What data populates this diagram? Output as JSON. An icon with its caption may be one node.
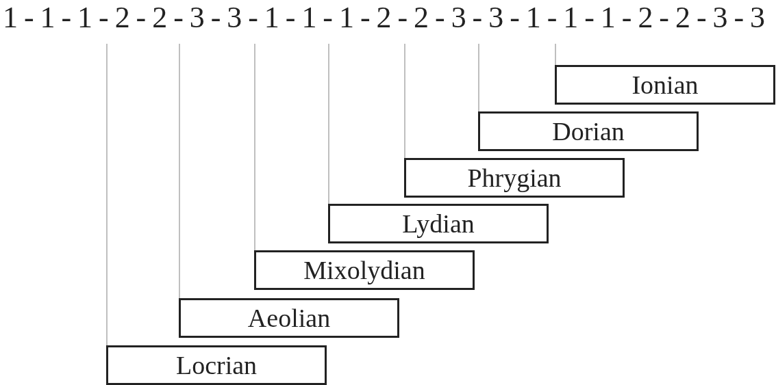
{
  "diagram": {
    "nodes": [
      {
        "text": [
          "Ionian"
        ]
      },
      {
        "text": [
          "Dorian"
        ]
      },
      {
        "text": [
          "Phrygian"
        ]
      },
      {
        "text": [
          "Lydian"
        ]
      },
      {
        "text": [
          "Mixolydian"
        ]
      },
      {
        "text": [
          "Aeolian"
        ]
      },
      {
        "text": [
          "Locrian"
        ]
      }
    ],
    "labels": [
      "1-1-1-2-2-3-3-1-1-1-2-2-3-3-1-1-1-2-2-3-3"
    ]
  }
}
